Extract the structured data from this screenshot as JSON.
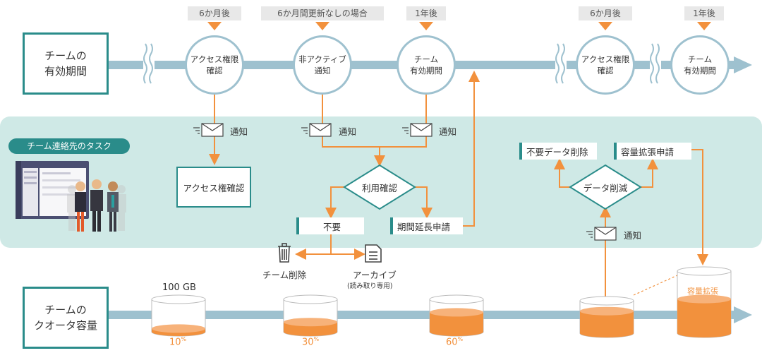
{
  "colors": {
    "teal": "#2a8c8a",
    "timeline": "#9ec1cf",
    "orange": "#f2913d",
    "band": "#cfe9e6"
  },
  "tags": [
    "6か月後",
    "6か月間更新なしの場合",
    "1年後",
    "6か月後",
    "1年後"
  ],
  "rows": {
    "validity": "チームの\n有効期間",
    "quota": "チームの\nクオータ容量"
  },
  "milestones": [
    "アクセス権限\n確認",
    "非アクティブ\n通知",
    "チーム\n有効期間",
    "アクセス権限\n確認",
    "チーム\n有効期間"
  ],
  "task_band": {
    "title": "チーム連絡先のタスク"
  },
  "notify": [
    "通知",
    "通知",
    "通知",
    "通知"
  ],
  "boxes": {
    "access_review": "アクセス権確認",
    "usage_check": "利用確認",
    "unneeded": "不要",
    "extension": "期間延長申請",
    "data_reduce": "データ削減",
    "delete_data": "不要データ削除",
    "expand_request": "容量拡張申請"
  },
  "outcomes": {
    "team_delete": "チーム削除",
    "archive": "アーカイブ",
    "archive_note": "(読み取り専用)"
  },
  "storage": {
    "total_label": "100 GB",
    "levels": [
      {
        "pct": "10",
        "fill": 0.1
      },
      {
        "pct": "30",
        "fill": 0.3
      },
      {
        "pct": "60",
        "fill": 0.6
      },
      {
        "pct": "",
        "fill": 0.68
      },
      {
        "pct": "",
        "fill": 0.55
      }
    ],
    "percent_sign": "%",
    "expanded_label": "容量拡張"
  }
}
